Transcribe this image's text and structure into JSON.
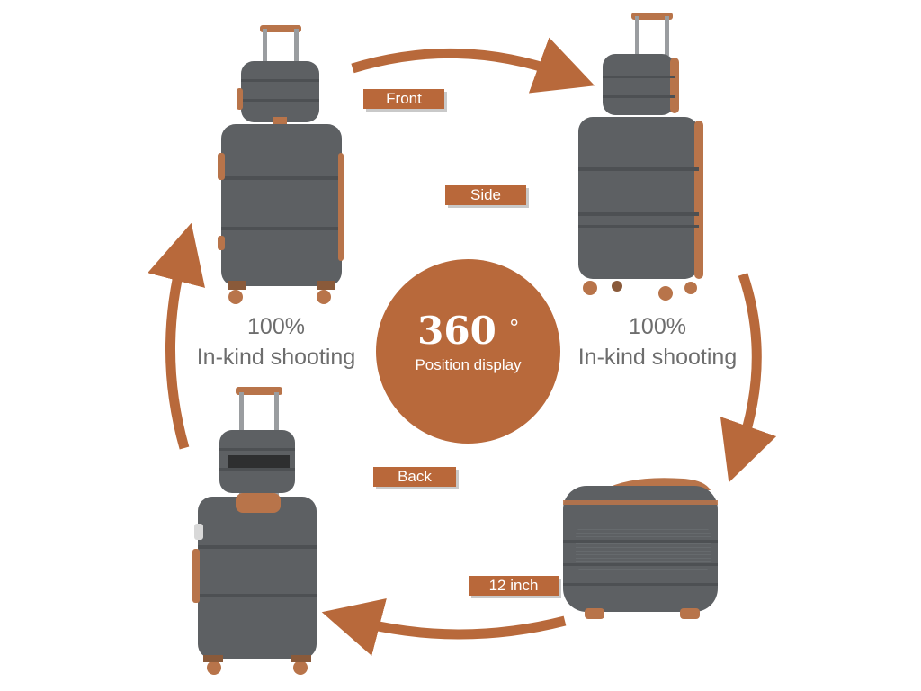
{
  "labels": {
    "front": "Front",
    "side": "Side",
    "back": "Back",
    "size": "12 inch"
  },
  "captions": {
    "left": {
      "line1": "100%",
      "line2": "In-kind shooting"
    },
    "right": {
      "line1": "100%",
      "line2": "In-kind shooting"
    }
  },
  "center": {
    "number": "360",
    "symbol": "°",
    "subtitle": "Position display"
  },
  "colors": {
    "accent": "#b8693b",
    "shell": "#5d6063",
    "trim": "#b8744a",
    "caption_text": "#6d6d6d"
  },
  "images": [
    {
      "name": "suitcase-set-front",
      "description": "grey hard-shell suitcase with brown trim and matching vanity case on top, front view"
    },
    {
      "name": "suitcase-set-side",
      "description": "grey suitcase and vanity case, angled side view"
    },
    {
      "name": "suitcase-set-back",
      "description": "grey suitcase with vanity case strapped to extended trolley handle, back view"
    },
    {
      "name": "vanity-case",
      "description": "12 inch grey vanity case with brown trim, angled view"
    }
  ]
}
